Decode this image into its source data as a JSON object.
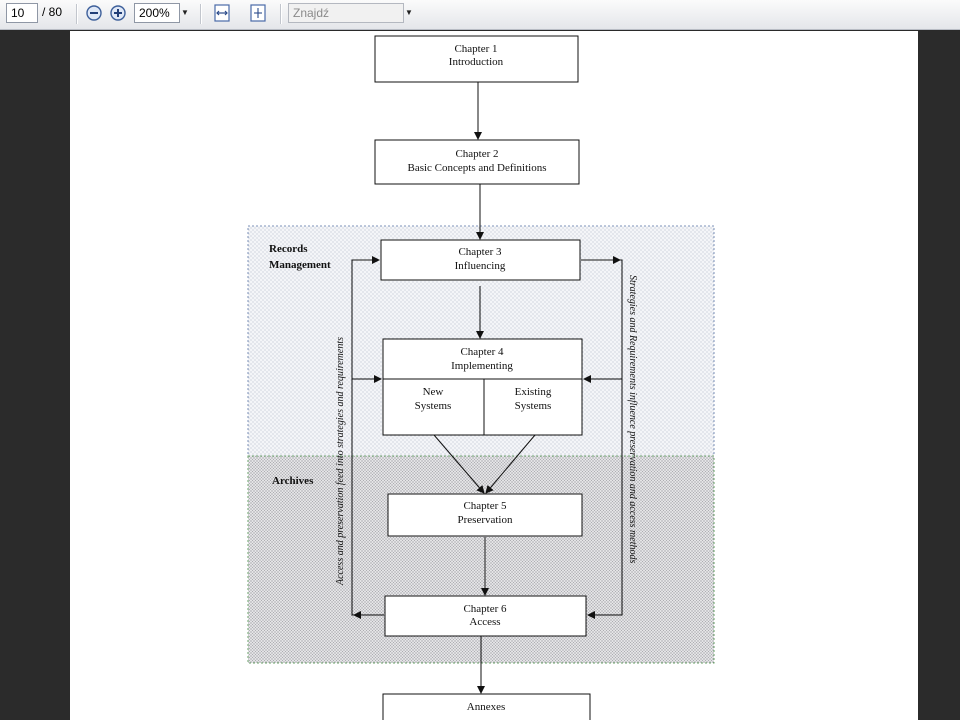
{
  "toolbar": {
    "page_current": "10",
    "page_total": "/ 80",
    "zoom_out_icon": "zoom-out-icon",
    "zoom_in_icon": "zoom-in-icon",
    "zoom_value": "200%",
    "fit_width_icon": "fit-width-icon",
    "fit_page_icon": "fit-page-icon",
    "search_placeholder": "Znajdź"
  },
  "diagram": {
    "ch1": {
      "title": "Chapter 1",
      "sub": "Introduction"
    },
    "ch2": {
      "title": "Chapter 2",
      "sub": "Basic Concepts and Definitions"
    },
    "ch3": {
      "title": "Chapter 3",
      "sub": "Influencing"
    },
    "ch4": {
      "title": "Chapter 4",
      "sub": "Implementing"
    },
    "ch4_new": {
      "line1": "New",
      "line2": "Systems"
    },
    "ch4_existing": {
      "line1": "Existing",
      "line2": "Systems"
    },
    "ch5": {
      "title": "Chapter 5",
      "sub": "Preservation"
    },
    "ch6": {
      "title": "Chapter 6",
      "sub": "Access"
    },
    "annexes": "Annexes",
    "region_rm_line1": "Records",
    "region_rm_line2": "Management",
    "region_archives": "Archives",
    "left_vertical": "Access and preservation feed into strategies and requirements",
    "right_vertical": "Strategies and Requirements influence preservation and access methods"
  }
}
